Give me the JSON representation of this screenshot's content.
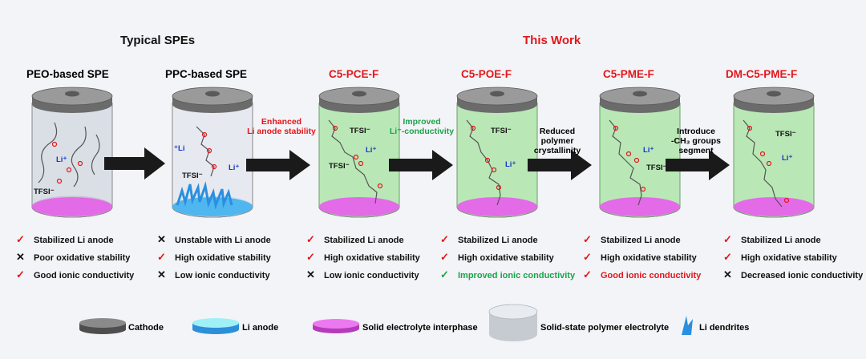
{
  "headers": {
    "typical": "Typical SPEs",
    "this_work": "This Work"
  },
  "cells": [
    {
      "label": "PEO-based SPE",
      "label_color": "#111111",
      "fill": "#dde2e8",
      "texts": [
        "Li⁺",
        "TFSI⁻"
      ]
    },
    {
      "label": "PPC-based SPE",
      "label_color": "#111111",
      "fill": "#e7ebf0",
      "texts": [
        "⁺Li",
        "Li⁺",
        "TFSI⁻"
      ]
    },
    {
      "label": "C5-PCE-F",
      "label_color": "#e3161b",
      "fill": "#b9e8b6",
      "texts": [
        "TFSI⁻",
        "Li⁺",
        "TFSI⁻"
      ]
    },
    {
      "label": "C5-POE-F",
      "label_color": "#e3161b",
      "fill": "#b9e8b6",
      "texts": [
        "TFSI⁻",
        "Li⁺"
      ]
    },
    {
      "label": "C5-PME-F",
      "label_color": "#e3161b",
      "fill": "#b9e8b6",
      "texts": [
        "Li⁺",
        "TFSI⁻"
      ]
    },
    {
      "label": "DM-C5-PME-F",
      "label_color": "#e3161b",
      "fill": "#b9e8b6",
      "texts": [
        "TFSI⁻",
        "Li⁺"
      ]
    }
  ],
  "arrows": [
    {
      "text": "",
      "color": "#111111"
    },
    {
      "text": "Enhanced\nLi anode stability",
      "color": "#e3161b"
    },
    {
      "text": "Improved\nLi⁺-conductivity",
      "color": "#1aa34a"
    },
    {
      "text": "Reduced\npolymer\ncrystallinity",
      "color": "#111111"
    },
    {
      "text": "Introduce\n-CH₃ groups\nsegment",
      "color": "#111111"
    }
  ],
  "properties": [
    [
      {
        "mark": "check",
        "text": "Stabilized Li anode",
        "color": "#111111"
      },
      {
        "mark": "cross",
        "text": "Poor oxidative stability",
        "color": "#111111"
      },
      {
        "mark": "check",
        "text": "Good ionic conductivity",
        "color": "#111111"
      }
    ],
    [
      {
        "mark": "cross",
        "text": "Unstable with Li anode",
        "color": "#111111"
      },
      {
        "mark": "check",
        "text": "High oxidative stability",
        "color": "#111111"
      },
      {
        "mark": "cross",
        "text": "Low ionic conductivity",
        "color": "#111111"
      }
    ],
    [
      {
        "mark": "check",
        "text": "Stabilized Li anode",
        "color": "#111111"
      },
      {
        "mark": "check",
        "text": "High oxidative stability",
        "color": "#111111"
      },
      {
        "mark": "cross",
        "text": "Low ionic conductivity",
        "color": "#111111"
      }
    ],
    [
      {
        "mark": "check",
        "text": "Stabilized Li anode",
        "color": "#111111"
      },
      {
        "mark": "check",
        "text": "High oxidative stability",
        "color": "#111111"
      },
      {
        "mark": "check-green",
        "text": "Improved ionic conductivity",
        "color": "#1aa34a"
      }
    ],
    [
      {
        "mark": "check",
        "text": "Stabilized Li anode",
        "color": "#111111"
      },
      {
        "mark": "check",
        "text": "High oxidative stability",
        "color": "#111111"
      },
      {
        "mark": "check",
        "text": "Good ionic conductivity",
        "color": "#e3161b"
      }
    ],
    [
      {
        "mark": "check",
        "text": "Stabilized Li anode",
        "color": "#111111"
      },
      {
        "mark": "check",
        "text": "High oxidative stability",
        "color": "#111111"
      },
      {
        "mark": "cross",
        "text": "Decreased ionic conductivity",
        "color": "#111111"
      }
    ]
  ],
  "legend": [
    {
      "text": "Cathode",
      "icon": "cathode-disc-icon",
      "color": "#6b6b6b"
    },
    {
      "text": "Li anode",
      "icon": "li-anode-disc-icon",
      "color": "#8fe6f2"
    },
    {
      "text": "Solid electrolyte interphase",
      "icon": "sei-disc-icon",
      "color": "#e36be8"
    },
    {
      "text": "Solid-state polymer electrolyte",
      "icon": "electrolyte-cylinder-icon",
      "color": "#c8ccd2"
    },
    {
      "text": "Li dendrites",
      "icon": "li-dendrite-icon",
      "color": "#2a8fe0"
    }
  ]
}
